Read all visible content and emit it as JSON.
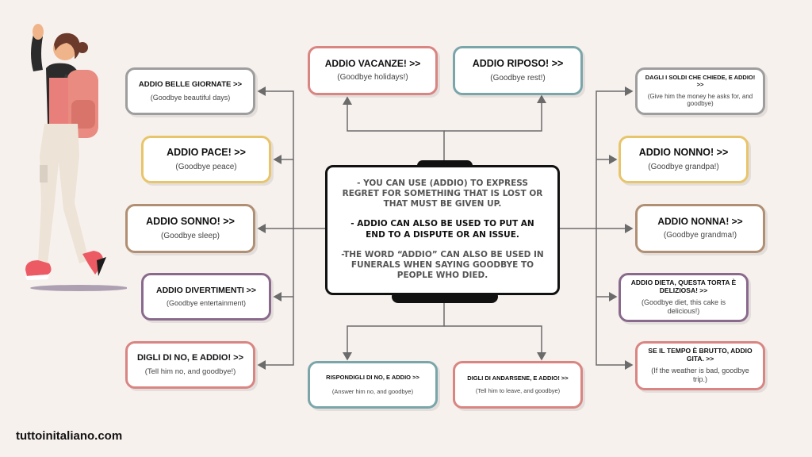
{
  "colors": {
    "background": "#f7f1ee",
    "red": "#d98582",
    "teal": "#7aa6aa",
    "gold": "#e8c56a",
    "brown": "#b08f73",
    "purple": "#8a6a8c",
    "grey": "#9e9e9e",
    "line": "#6b6b6b"
  },
  "center": {
    "p1": "- YOU CAN USE (ADDIO) TO EXPRESS REGRET FOR SOMETHING THAT IS LOST OR THAT MUST BE GIVEN UP.",
    "p2": "- ADDIO CAN ALSO BE USED TO PUT AN END TO A DISPUTE OR AN ISSUE.",
    "p3": "-THE WORD “ADDIO” CAN ALSO BE USED IN FUNERALS WHEN SAYING GOODBYE TO PEOPLE WHO DIED."
  },
  "top": [
    {
      "title": "ADDIO VACANZE! >>",
      "sub": "(Goodbye holidays!)"
    },
    {
      "title": "ADDIO RIPOSO! >>",
      "sub": "(Goodbye rest!)"
    }
  ],
  "left": [
    {
      "title": "ADDIO BELLE GIORNATE >>",
      "sub": "(Goodbye beautiful days)"
    },
    {
      "title": "ADDIO PACE! >>",
      "sub": "(Goodbye peace)"
    },
    {
      "title": "ADDIO SONNO! >>",
      "sub": "(Goodbye sleep)"
    },
    {
      "title": "ADDIO DIVERTIMENTI >>",
      "sub": "(Goodbye entertainment)"
    },
    {
      "title": "DIGLI DI NO, E ADDIO! >>",
      "sub": "(Tell him no, and goodbye!)"
    }
  ],
  "right": [
    {
      "title": "DAGLI I SOLDI CHE CHIEDE, E ADDIO! >>",
      "sub": "(Give him the money he asks for, and goodbye)"
    },
    {
      "title": "ADDIO NONNO! >>",
      "sub": "(Goodbye grandpa!)"
    },
    {
      "title": "ADDIO NONNA! >>",
      "sub": "(Goodbye grandma!)"
    },
    {
      "title": "ADDIO DIETA, QUESTA TORTA È DELIZIOSA! >>",
      "sub": "(Goodbye diet, this cake is delicious!)"
    },
    {
      "title": "SE IL TEMPO È BRUTTO, ADDIO GITA. >>",
      "sub": "(If the weather is bad, goodbye trip.)"
    }
  ],
  "bottom": [
    {
      "title": "RISPONDIGLI DI NO, E ADDIO >>",
      "sub": "(Answer him no, and goodbye)"
    },
    {
      "title": "DIGLI DI ANDARSENE, E ADDIO! >>",
      "sub": "(Tell him to leave, and goodbye)"
    }
  ],
  "brand": "tuttoinitaliano.com",
  "illustration": "waving-woman-with-backpack"
}
